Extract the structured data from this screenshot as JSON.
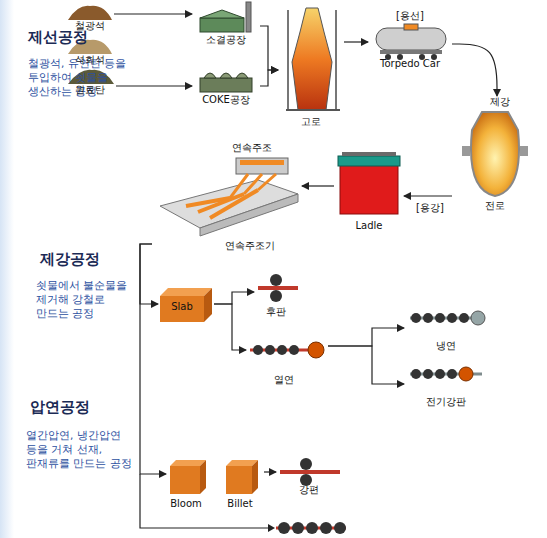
{
  "diagram": {
    "nodes": [
      {
        "text": [
          "철광석"
        ]
      },
      {
        "text": [
          "석회석"
        ]
      },
      {
        "text": [
          "원료탄"
        ]
      },
      {
        "text": [
          "소결공장"
        ]
      },
      {
        "text": [
          "COKE공장"
        ]
      },
      {
        "text": [
          "고로"
        ]
      },
      {
        "text": [
          "[용선]",
          "Torpedo Car"
        ]
      },
      {
        "text": [
          "제강",
          "전로"
        ]
      },
      {
        "text": [
          "[용강]",
          "Ladle"
        ]
      },
      {
        "text": [
          "연속주조",
          "연속주조기"
        ]
      },
      {
        "text": [
          "Slab"
        ]
      },
      {
        "text": [
          "후판"
        ]
      },
      {
        "text": [
          "열연"
        ]
      },
      {
        "text": [
          "냉연"
        ]
      },
      {
        "text": [
          "전기강판"
        ]
      },
      {
        "text": [
          "Bloom"
        ]
      },
      {
        "text": [
          "Billet"
        ]
      },
      {
        "text": [
          "강편"
        ]
      }
    ],
    "edges": [
      {
        "from": 0,
        "to": 3,
        "arrow": "to"
      },
      {
        "from": 2,
        "to": 4,
        "arrow": "to"
      },
      {
        "from": 3,
        "to": 5,
        "arrow": "to"
      },
      {
        "from": 4,
        "to": 5,
        "arrow": "to"
      },
      {
        "from": 5,
        "to": 6,
        "arrow": "to"
      },
      {
        "from": 6,
        "to": 7,
        "arrow": "to"
      },
      {
        "from": 7,
        "to": 8,
        "arrow": "to"
      },
      {
        "from": 8,
        "to": 9,
        "arrow": "to"
      },
      {
        "from": 9,
        "to": 10,
        "arrow": "to"
      },
      {
        "from": 9,
        "to": 15,
        "arrow": "to"
      },
      {
        "from": 10,
        "to": 11,
        "arrow": "to"
      },
      {
        "from": 10,
        "to": 12,
        "arrow": "to"
      },
      {
        "from": 12,
        "to": 13,
        "arrow": "to"
      },
      {
        "from": 12,
        "to": 14,
        "arrow": "to"
      },
      {
        "from": 16,
        "to": 17,
        "arrow": "to"
      }
    ],
    "labels": [
      "제선공정",
      "철광석, 유연탄 등을 투입하여 쇳물을 생산하는 공정",
      "제강공정",
      "쇳물에서 불순물을 제거해 강철로 만드는 공정",
      "압연공정",
      "열간압연, 냉간압연 등을 거쳐 선재, 판재류를 만드는 공정"
    ]
  }
}
